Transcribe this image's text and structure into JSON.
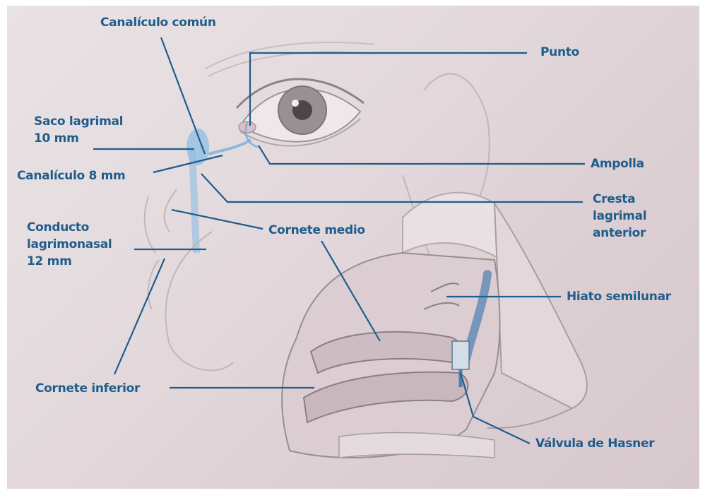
{
  "labels": {
    "canaliculo_comun": "Canalículo común",
    "punto": "Punto",
    "saco_lagrimal": [
      "Saco lagrimal",
      "10 mm"
    ],
    "ampolla": "Ampolla",
    "canaliculo_8mm": "Canalículo 8 mm",
    "cresta_lagrimal": [
      "Cresta",
      "lagrimal",
      "anterior"
    ],
    "conducto_lagrimonasal": [
      "Conducto",
      "lagrimonasal",
      "12 mm"
    ],
    "cornete_medio": "Cornete medio",
    "hiato_semilunar": "Hiato semilunar",
    "cornete_inferior": "Cornete inferior",
    "valvula_hasner": "Válvula de Hasner"
  },
  "colors": {
    "label_text": "#1f5d8c",
    "leader_line": "#1f5d8c",
    "lacrimal_system": "#6aa6d6",
    "sketch": "#b9aeb2",
    "background": "#e4dadd"
  },
  "icons": [
    "eye-illustration",
    "nasal-cavity-illustration",
    "lacrimal-drainage-illustration"
  ]
}
